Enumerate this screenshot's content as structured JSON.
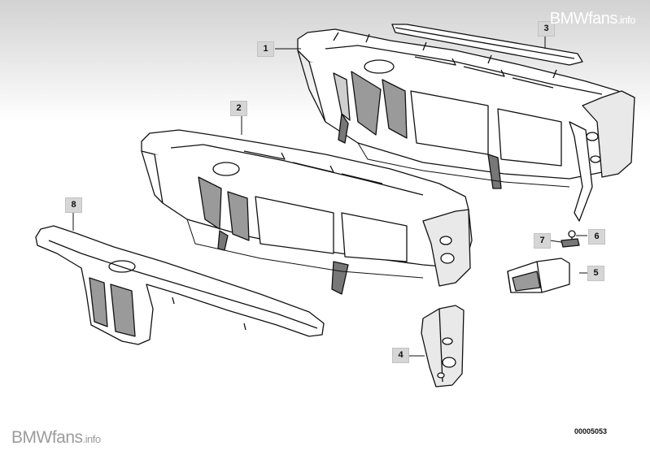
{
  "watermark": {
    "brand": "BMWfans",
    "suffix": ".info"
  },
  "document_number": "00005053",
  "callouts": [
    {
      "id": "callout-1",
      "label": "1"
    },
    {
      "id": "callout-2",
      "label": "2"
    },
    {
      "id": "callout-3",
      "label": "3"
    },
    {
      "id": "callout-4",
      "label": "4"
    },
    {
      "id": "callout-5",
      "label": "5"
    },
    {
      "id": "callout-6",
      "label": "6"
    },
    {
      "id": "callout-7",
      "label": "7"
    },
    {
      "id": "callout-8",
      "label": "8"
    }
  ],
  "colors": {
    "stroke": "#111111",
    "part_fill": "#ffffff",
    "shade": "#9a9a9a",
    "callout_bg": "#d6d6d6"
  }
}
